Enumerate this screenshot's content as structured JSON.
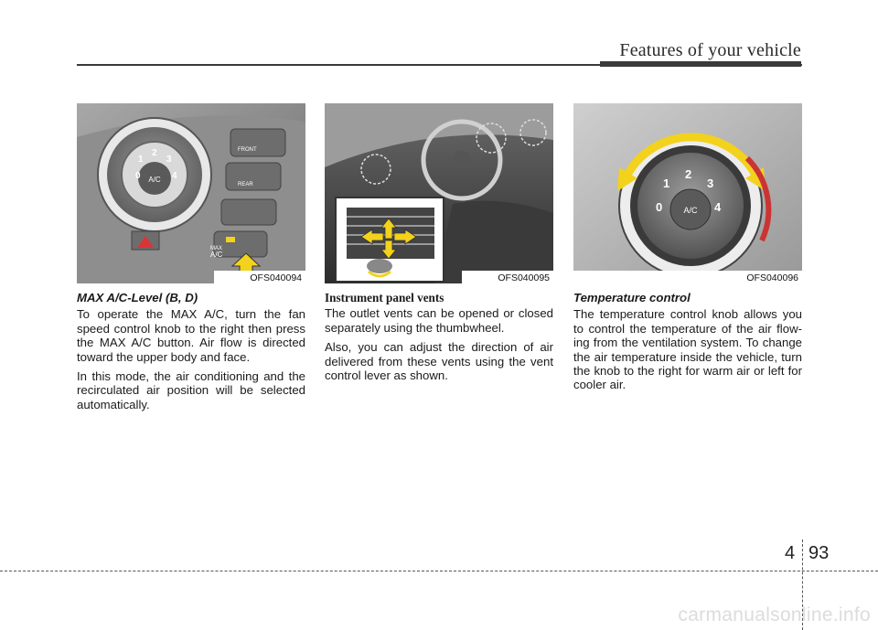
{
  "header": {
    "title": "Features of your vehicle"
  },
  "figures": [
    {
      "code": "OFS040094",
      "knob_numbers": [
        "0",
        "1",
        "2",
        "3",
        "4"
      ],
      "knob_label": "A/C",
      "button_labels": [
        "FRONT",
        "REAR",
        "MAX",
        "A/C"
      ]
    },
    {
      "code": "OFS040095"
    },
    {
      "code": "OFS040096",
      "knob_numbers": [
        "0",
        "1",
        "2",
        "3",
        "4"
      ],
      "knob_label": "A/C"
    }
  ],
  "columns": [
    {
      "heading": "MAX A/C-Level (B, D)",
      "paragraphs": [
        "To operate the MAX A/C, turn the fan speed control knob to the right then press the MAX A/C button. Air flow is directed toward the upper body and face.",
        "In this mode, the air conditioning and the recirculated air position will be selected automatically."
      ]
    },
    {
      "heading": "Instrument panel vents",
      "paragraphs": [
        "The outlet vents can be opened or closed separately using the thumbwheel.",
        "Also, you can adjust the direction of air delivered from these vents using the vent control lever as shown."
      ]
    },
    {
      "heading": "Temperature control",
      "paragraphs": [
        "The temperature control knob allows you to control the temperature of the air flow-ing from the ventilation system. To change the air temperature inside the vehicle, turn the knob to the right for warm air or left for cooler air."
      ]
    }
  ],
  "footer": {
    "section": "4",
    "page": "93",
    "watermark": "carmanualsonline.info"
  },
  "colors": {
    "arrow_yellow": "#f2d21c",
    "panel_gray": "#8a8a8a",
    "rule": "#3a3a3a"
  }
}
